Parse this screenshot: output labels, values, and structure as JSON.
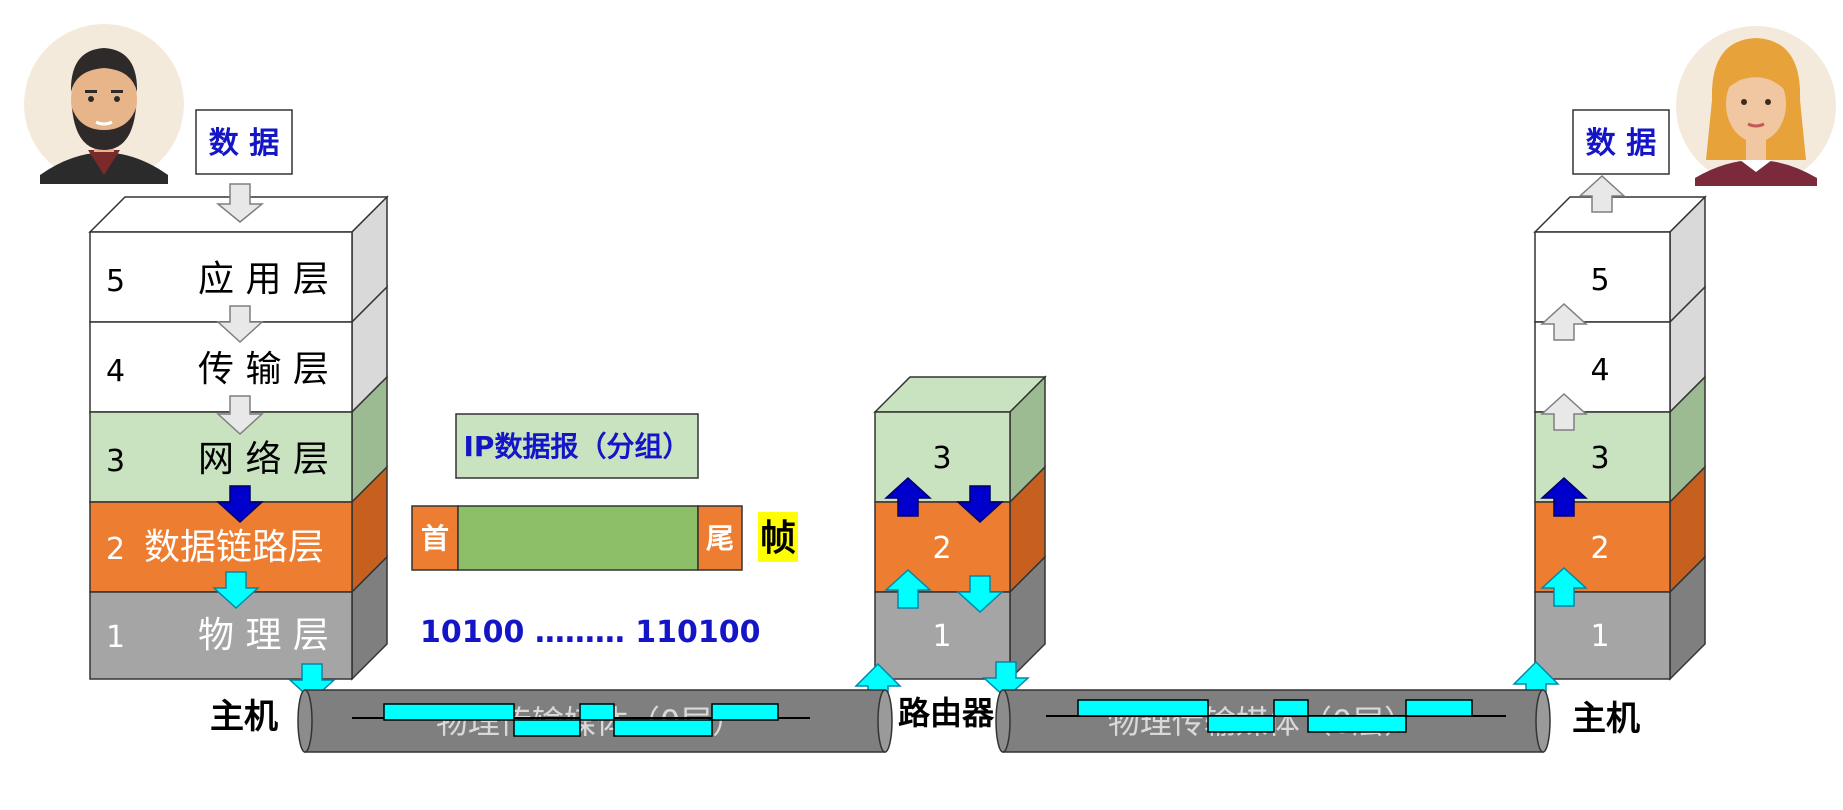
{
  "left_host": {
    "data_label": "数 据",
    "host_label": "主机",
    "layers": [
      {
        "num": "5",
        "name": "应 用 层"
      },
      {
        "num": "4",
        "name": "传 输 层"
      },
      {
        "num": "3",
        "name": "网 络 层"
      },
      {
        "num": "2",
        "name": "数据链路层"
      },
      {
        "num": "1",
        "name": "物 理 层"
      }
    ]
  },
  "right_host": {
    "data_label": "数 据",
    "host_label": "主机",
    "layers": [
      "5",
      "4",
      "3",
      "2",
      "1"
    ]
  },
  "router": {
    "label": "路由器",
    "layers": [
      "3",
      "2",
      "1"
    ]
  },
  "packet": {
    "ip_label": "IP数据报（分组）",
    "head_label": "首",
    "tail_label": "尾",
    "frame_label": "帧",
    "bits": "10100 ……… 110100"
  },
  "media": {
    "left": "物理传输媒体（0层）",
    "right": "物理传输媒体（0层）"
  },
  "colors": {
    "white_layer": "#ffffff",
    "network_green": "#c9e3c0",
    "link_orange": "#ed7d31",
    "physical_gray": "#a5a5a5",
    "arrow_blue": "#0000cc",
    "arrow_cyan": "#00ffff",
    "label_blue": "#1515c8",
    "frame_green": "#8dbf68",
    "frame_yellow": "#ffff00"
  },
  "icons": [
    "man-avatar-icon",
    "woman-avatar-icon"
  ]
}
